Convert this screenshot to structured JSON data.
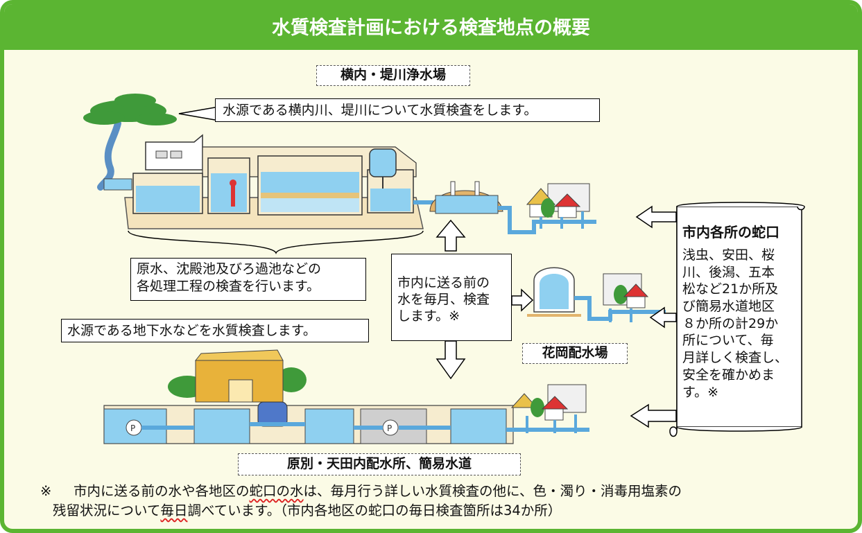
{
  "header": {
    "title": "水質検査計画における検査地点の概要"
  },
  "labels": {
    "top_plant": "横内・堤川浄水場",
    "hanaoka": "花岡配水場",
    "bottom_plant": "原別・天田内配水所、簡易水道"
  },
  "callouts": {
    "source_top": "水源である横内川、堤川について水質検査をします。",
    "process_line1": "原水、沈殿池及びろ過池などの",
    "process_line2": "各処理工程の検査を行います。",
    "monthly_line1": "市内に送る前の",
    "monthly_line2": "水を毎月、検査",
    "monthly_line3": "します。※",
    "source_bottom": "水源である地下水などを水質検査します。"
  },
  "scroll": {
    "title": "市内各所の蛇口",
    "lines": [
      "浅虫、安田、桜",
      "川、後潟、五本",
      "松など21か所及",
      "び簡易水道地区",
      "８か所の計29か",
      "所について、毎",
      "月詳しく検査し、",
      "安全を確かめま",
      "す。※"
    ]
  },
  "footnote": {
    "mark": "※",
    "l1_a": "市内に送る前の水や各地区の",
    "l1_b": "蛇口の水",
    "l1_c": "は、毎月行う詳しい水質検査の他に、色・濁り・消毒用塩素の",
    "l2_a": "残留状況について",
    "l2_b": "毎日",
    "l2_c": "調べています。（市内各地区の蛇口の毎日検査箇所は34か所）"
  },
  "colors": {
    "header_green": "#5bb532",
    "background": "#fbfbe6",
    "water": "#8fd0f0",
    "tank": "#f6eccf"
  }
}
